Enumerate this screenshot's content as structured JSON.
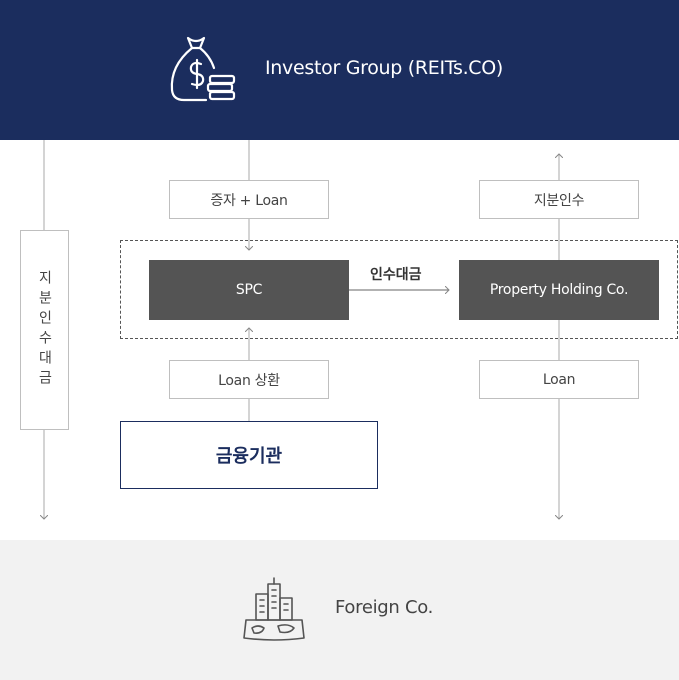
{
  "investor": {
    "title": "Investor Group (REITs.CO)",
    "icon": "money-bag-icon"
  },
  "foreign": {
    "title": "Foreign Co.",
    "icon": "city-island-icon"
  },
  "labels": {
    "capital_loan": "증자 + Loan",
    "share_acquisition": "지분인수",
    "share_acquisition_payment": "지분인수대금",
    "loan_repayment": "Loan 상환",
    "loan": "Loan",
    "acquisition_payment": "인수대금"
  },
  "nodes": {
    "spc": "SPC",
    "property_holding": "Property Holding Co.",
    "financial_institution": "금융기관"
  },
  "colors": {
    "navy": "#1b2d5e",
    "dark_box": "#545454",
    "light_band": "#f2f2f2"
  }
}
